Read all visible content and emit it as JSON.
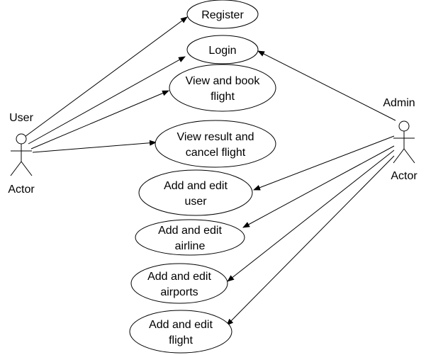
{
  "diagram": {
    "type": "use-case",
    "actors": [
      {
        "id": "user",
        "name": "User",
        "type_label": "Actor"
      },
      {
        "id": "admin",
        "name": "Admin",
        "type_label": "Actor"
      }
    ],
    "use_cases": [
      {
        "id": "register",
        "lines": [
          "Register"
        ]
      },
      {
        "id": "login",
        "lines": [
          "Login"
        ]
      },
      {
        "id": "view-book",
        "lines": [
          "View and book",
          "flight"
        ]
      },
      {
        "id": "view-cancel",
        "lines": [
          "View result and",
          "cancel flight"
        ]
      },
      {
        "id": "edit-user",
        "lines": [
          "Add and edit",
          "user"
        ]
      },
      {
        "id": "edit-airline",
        "lines": [
          "Add and edit",
          "airline"
        ]
      },
      {
        "id": "edit-airports",
        "lines": [
          "Add and edit",
          "airports"
        ]
      },
      {
        "id": "edit-flight",
        "lines": [
          "Add and edit",
          "flight"
        ]
      }
    ],
    "associations": [
      {
        "from": "user",
        "to": "register"
      },
      {
        "from": "user",
        "to": "login"
      },
      {
        "from": "user",
        "to": "view-book"
      },
      {
        "from": "user",
        "to": "view-cancel"
      },
      {
        "from": "admin",
        "to": "login"
      },
      {
        "from": "admin",
        "to": "edit-user"
      },
      {
        "from": "admin",
        "to": "edit-airline"
      },
      {
        "from": "admin",
        "to": "edit-airports"
      },
      {
        "from": "admin",
        "to": "edit-flight"
      }
    ],
    "colors": {
      "stroke": "#000000",
      "fill": "#ffffff",
      "text": "#000000"
    }
  }
}
